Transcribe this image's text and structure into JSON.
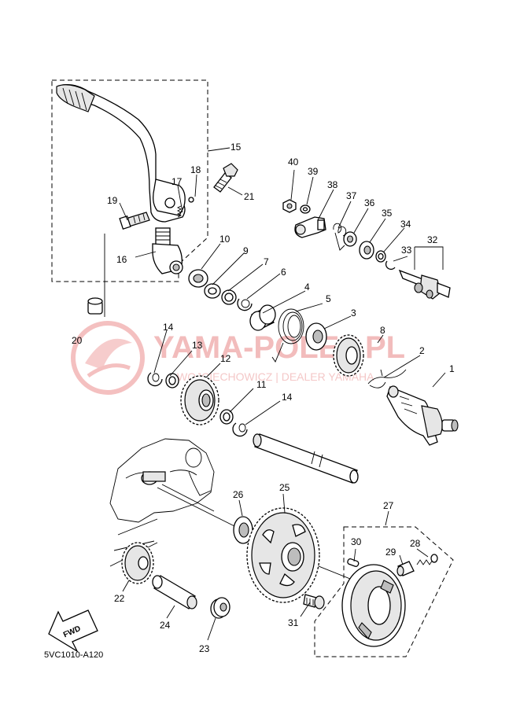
{
  "diagram": {
    "code": "5VC1010-A120",
    "fwd_label": "FWD",
    "watermark": {
      "brand": "YAMA-POLEP.PL",
      "sub": "WOJCIECHOWICZ | DEALER YAMAHA"
    },
    "callouts": {
      "c1": "1",
      "c2": "2",
      "c3": "3",
      "c4": "4",
      "c5": "5",
      "c6": "6",
      "c7": "7",
      "c8": "8",
      "c9": "9",
      "c10": "10",
      "c11": "11",
      "c12": "12",
      "c13": "13",
      "c14a": "14",
      "c14b": "14",
      "c15": "15",
      "c16": "16",
      "c17": "17",
      "c18": "18",
      "c19": "19",
      "c20": "20",
      "c21": "21",
      "c22": "22",
      "c23": "23",
      "c24": "24",
      "c25": "25",
      "c26": "26",
      "c27": "27",
      "c28": "28",
      "c29": "29",
      "c30": "30",
      "c31": "31",
      "c32": "32",
      "c33": "33",
      "c34": "34",
      "c35": "35",
      "c36": "36",
      "c37": "37",
      "c38": "38",
      "c39": "39",
      "c40": "40"
    }
  }
}
